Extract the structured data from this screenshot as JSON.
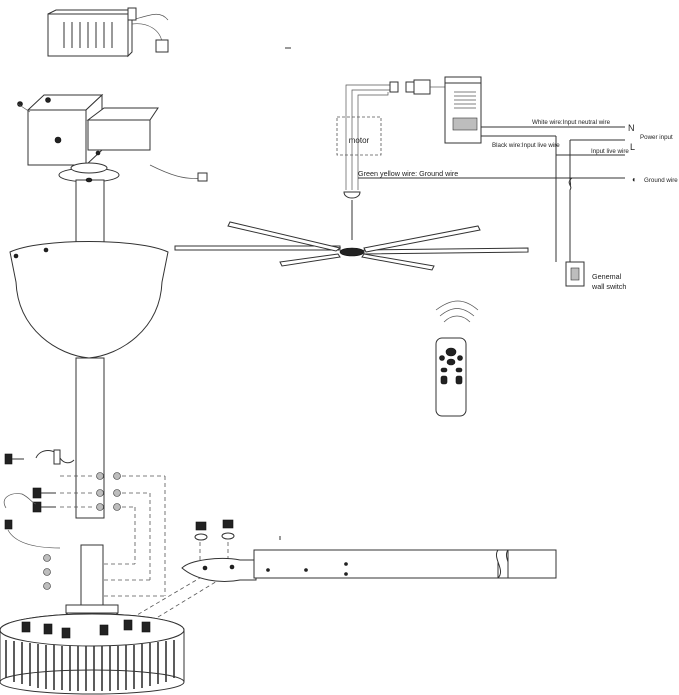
{
  "wiring": {
    "white_wire": "White  wire:Input neutral wire",
    "black_wire": "Black wire:Input live wire",
    "power_input": "Power input",
    "terminal_n": "N",
    "terminal_l": "L",
    "input_live": "Input live wire",
    "green_wire": "Green yellow wire: Ground wire",
    "ground_wire": "Ground wire",
    "ground_symbol": "◐",
    "switch_line1": "Genemal",
    "switch_line2": "wall switch",
    "motor": "motor"
  },
  "icons": [
    "receiver-box-icon",
    "remote-control-icon",
    "bolt-icon",
    "nut-icon",
    "motor-housing-icon",
    "fan-blade-icon"
  ]
}
